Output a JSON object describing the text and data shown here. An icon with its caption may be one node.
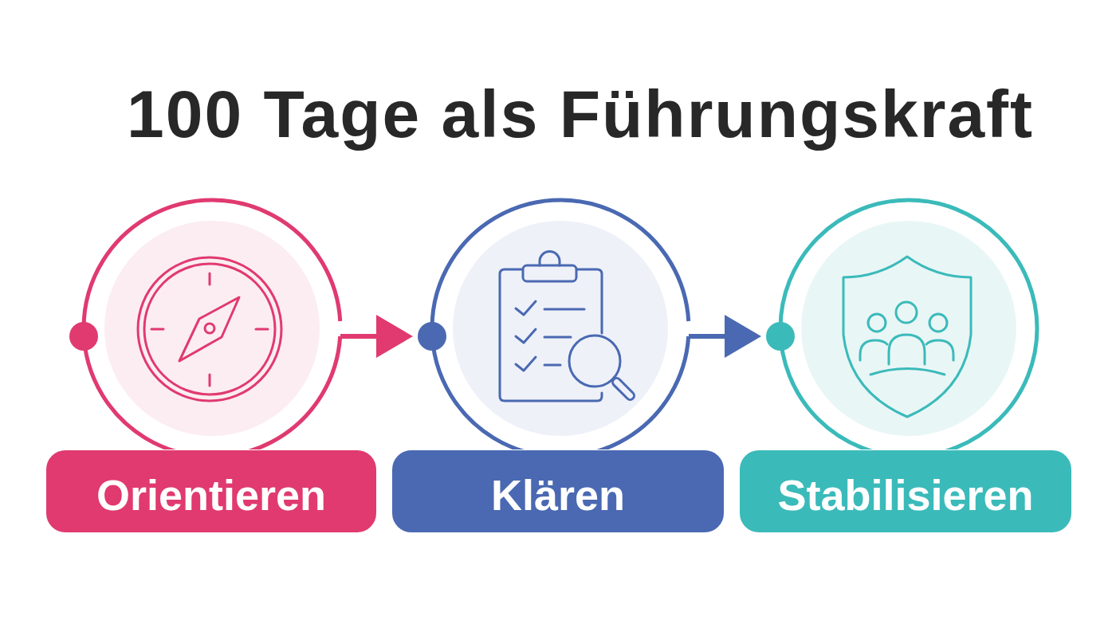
{
  "diagram": {
    "title": "100 Tage als Führungskraft",
    "nodes": [
      {
        "text": [],
        "shape": "circle"
      },
      {
        "text": [
          "Orientieren"
        ]
      },
      {
        "text": [],
        "shape": "circle"
      },
      {
        "text": [
          "Klären"
        ]
      },
      {
        "text": [],
        "shape": "circle"
      },
      {
        "text": [
          "Stabilisieren"
        ]
      }
    ],
    "edges": [
      {
        "from": 0,
        "to": 2,
        "arrow": "to",
        "color": "#e03a70"
      },
      {
        "from": 2,
        "to": 4,
        "arrow": "to",
        "color": "#4a69b2"
      }
    ]
  }
}
